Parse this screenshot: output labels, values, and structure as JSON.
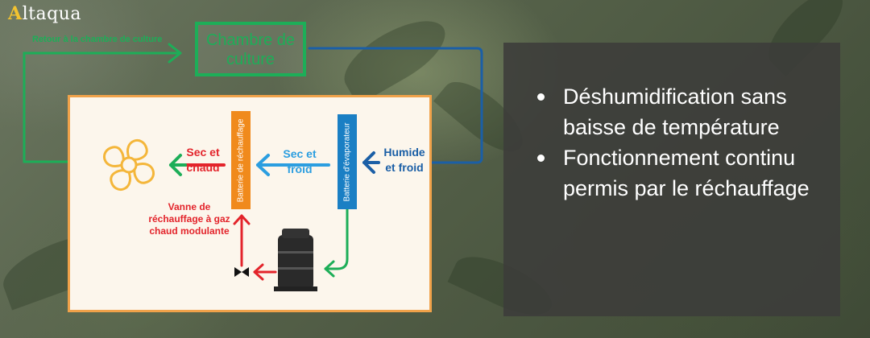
{
  "brand": {
    "logo": "Altaqua"
  },
  "diagram": {
    "chamber_label": "Chambre de\nculture",
    "return_label": "Retour à la chambre de culture",
    "reheat_coil_label": "Batterie de réchauffage",
    "evaporator_label": "Batterie d'évaporateur",
    "hot_dry_label": "Sec et\nchaud",
    "cold_dry_label": "Sec et\nfroid",
    "humid_cold_label": "Humide\net froid",
    "valve_label": "Vanne de\nréchauffage à gaz\nchaud modulante",
    "icons": [
      "fan-icon",
      "compressor-icon",
      "valve-icon"
    ],
    "colors": {
      "green": "#1dae58",
      "blue": "#1b5fa6",
      "red": "#e3242b",
      "orange": "#f08a1c",
      "light_blue": "#2b9ee0"
    }
  },
  "bullets": [
    "Déshumidification sans baisse de température",
    "Fonctionnement continu permis par le réchauffage"
  ]
}
